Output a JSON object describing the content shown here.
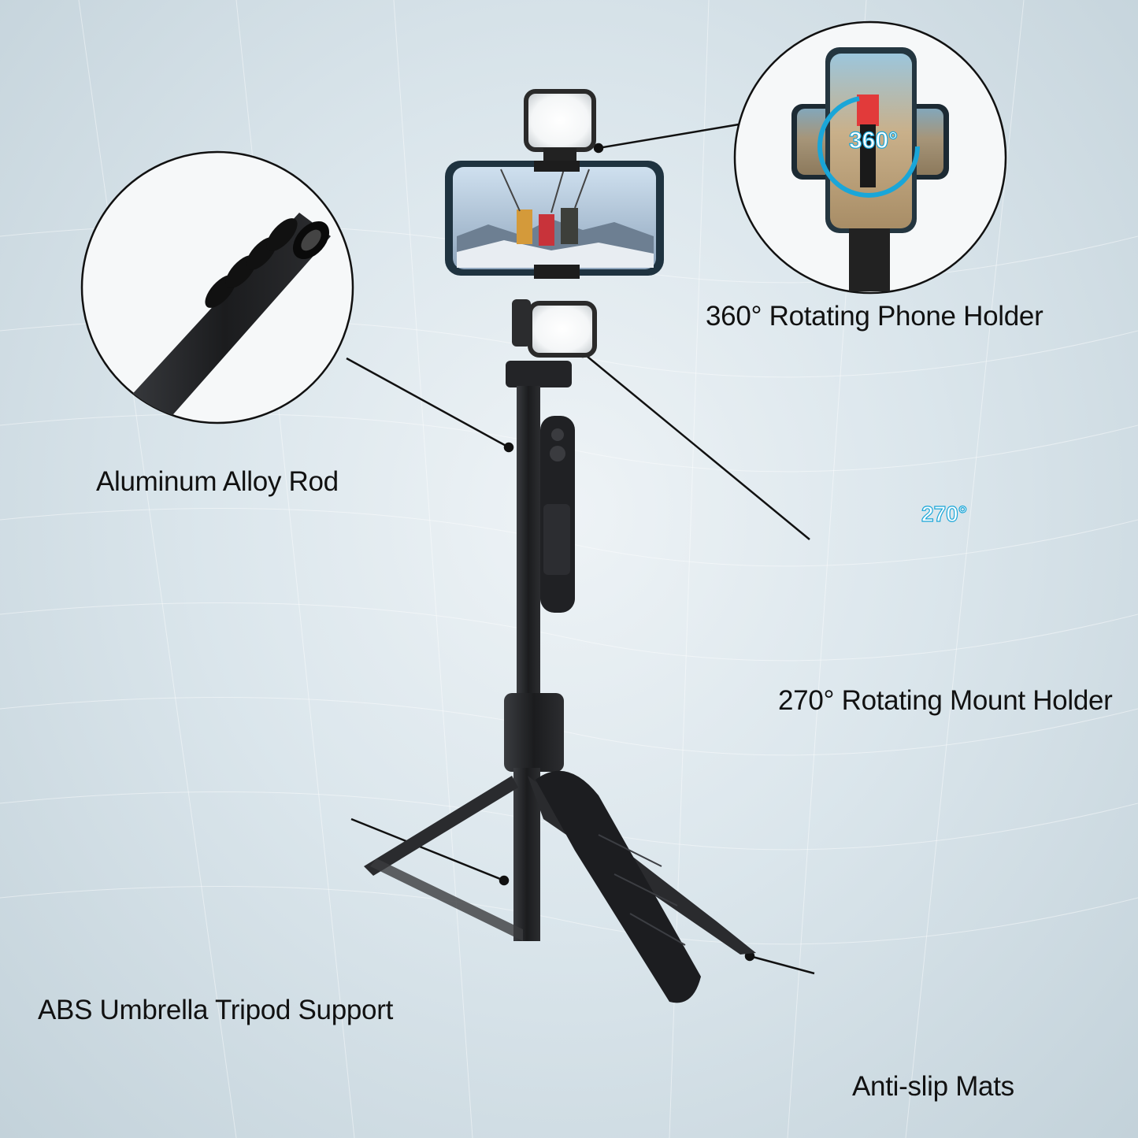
{
  "labels": {
    "rod": "Aluminum Alloy Rod",
    "phone_holder": "360° Rotating Phone Holder",
    "mount_holder": "270° Rotating Mount Holder",
    "tripod": "ABS Umbrella Tripod Support",
    "mats": "Anti-slip Mats"
  },
  "badges": {
    "rotation_360": "360°",
    "rotation_270": "270°"
  },
  "colors": {
    "accent": "#1aa6d8",
    "highlight_teal": "#2fd0d0",
    "product_black": "#1b1c1e",
    "background": "#dbe6ec"
  },
  "icons": {
    "rotation_arrow": "rotate-360-icon",
    "mount_rotation_arrow": "rotate-270-icon"
  }
}
